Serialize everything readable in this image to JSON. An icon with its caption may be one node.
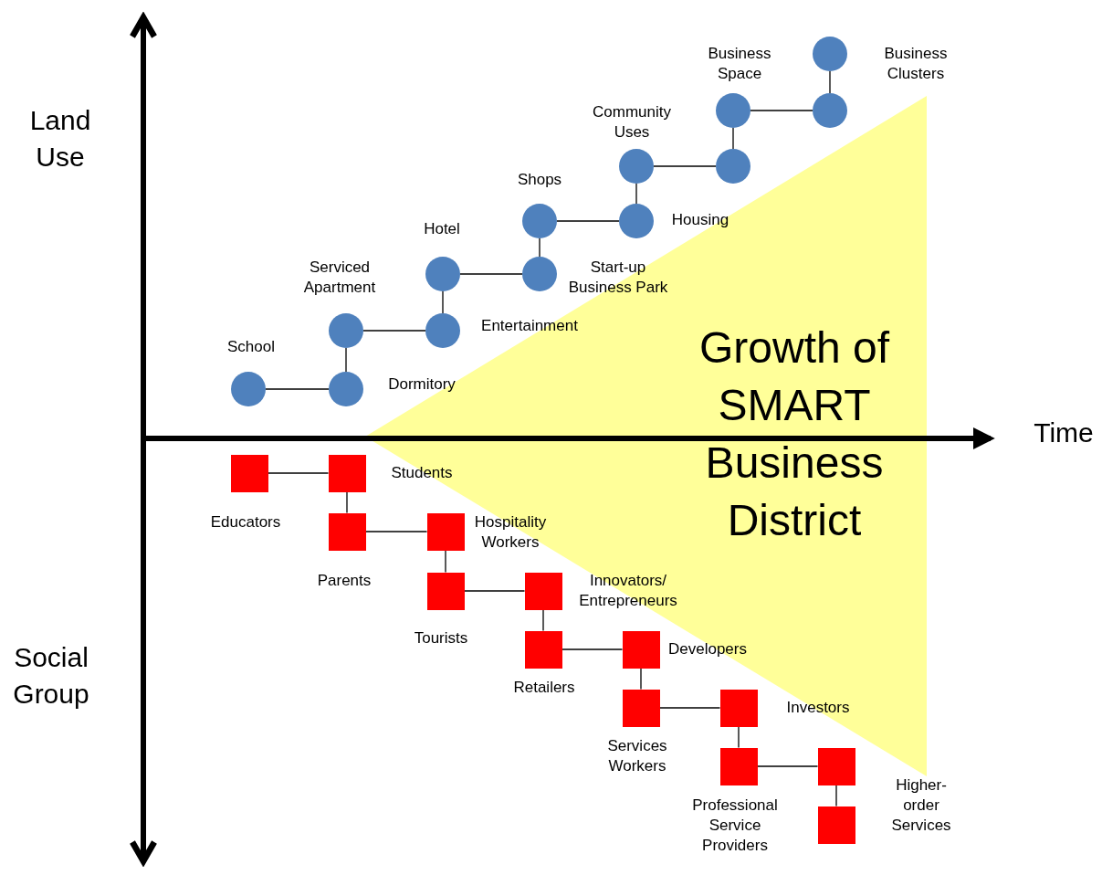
{
  "diagram": {
    "nodes": [
      {
        "text": [],
        "shape": "circle"
      },
      {
        "text": [],
        "shape": "circle"
      },
      {
        "text": [],
        "shape": "circle"
      },
      {
        "text": [],
        "shape": "circle"
      },
      {
        "text": [],
        "shape": "circle"
      },
      {
        "text": [],
        "shape": "circle"
      },
      {
        "text": [],
        "shape": "circle"
      },
      {
        "text": [],
        "shape": "circle"
      },
      {
        "text": [],
        "shape": "circle"
      },
      {
        "text": [],
        "shape": "circle"
      },
      {
        "text": [],
        "shape": "circle"
      },
      {
        "text": [],
        "shape": "circle"
      },
      {
        "text": [],
        "shape": "circle"
      },
      {
        "text": [],
        "shape": "box"
      },
      {
        "text": [],
        "shape": "box"
      },
      {
        "text": [],
        "shape": "box"
      },
      {
        "text": [],
        "shape": "box"
      },
      {
        "text": [],
        "shape": "box"
      },
      {
        "text": [],
        "shape": "box"
      },
      {
        "text": [],
        "shape": "box"
      },
      {
        "text": [],
        "shape": "box"
      },
      {
        "text": [],
        "shape": "box"
      },
      {
        "text": [],
        "shape": "box"
      },
      {
        "text": [],
        "shape": "box"
      },
      {
        "text": [],
        "shape": "box"
      },
      {
        "text": [],
        "shape": "box"
      },
      {
        "text": [
          "Growth of SMART Business District"
        ]
      }
    ],
    "edges": [
      {
        "from": 0,
        "to": 1,
        "arrow": "none"
      },
      {
        "from": 1,
        "to": 2,
        "arrow": "none"
      },
      {
        "from": 2,
        "to": 3,
        "arrow": "none"
      },
      {
        "from": 3,
        "to": 4,
        "arrow": "none"
      },
      {
        "from": 4,
        "to": 5,
        "arrow": "none"
      },
      {
        "from": 5,
        "to": 6,
        "arrow": "none"
      },
      {
        "from": 6,
        "to": 7,
        "arrow": "none"
      },
      {
        "from": 7,
        "to": 8,
        "arrow": "none"
      },
      {
        "from": 8,
        "to": 9,
        "arrow": "none"
      },
      {
        "from": 9,
        "to": 10,
        "arrow": "none"
      },
      {
        "from": 10,
        "to": 11,
        "arrow": "none"
      },
      {
        "from": 11,
        "to": 12,
        "arrow": "none"
      },
      {
        "from": 13,
        "to": 14,
        "arrow": "none"
      },
      {
        "from": 14,
        "to": 15,
        "arrow": "none"
      },
      {
        "from": 15,
        "to": 16,
        "arrow": "none"
      },
      {
        "from": 16,
        "to": 17,
        "arrow": "none"
      },
      {
        "from": 17,
        "to": 18,
        "arrow": "none"
      },
      {
        "from": 18,
        "to": 19,
        "arrow": "none"
      },
      {
        "from": 19,
        "to": 20,
        "arrow": "none"
      },
      {
        "from": 20,
        "to": 21,
        "arrow": "none"
      },
      {
        "from": 21,
        "to": 22,
        "arrow": "none"
      },
      {
        "from": 22,
        "to": 23,
        "arrow": "none"
      },
      {
        "from": 23,
        "to": 24,
        "arrow": "none"
      },
      {
        "from": 24,
        "to": 25,
        "arrow": "none"
      }
    ],
    "labels": [
      "Land Use",
      "Business Space",
      "Business Clusters",
      "Community Uses",
      "Shops",
      "Housing",
      "Hotel",
      "Serviced Apartment",
      "Start-up Business Park",
      "Entertainment",
      "School",
      "Dormitory",
      "Time",
      "Students",
      "Educators",
      "Hospitality Workers",
      "Parents",
      "Innovators/ Entrepreneurs",
      "Tourists",
      "Developers",
      "Retailers",
      "Social Group",
      "Investors",
      "Services Workers",
      "Higher- order Services",
      "Professional Service Providers"
    ]
  }
}
